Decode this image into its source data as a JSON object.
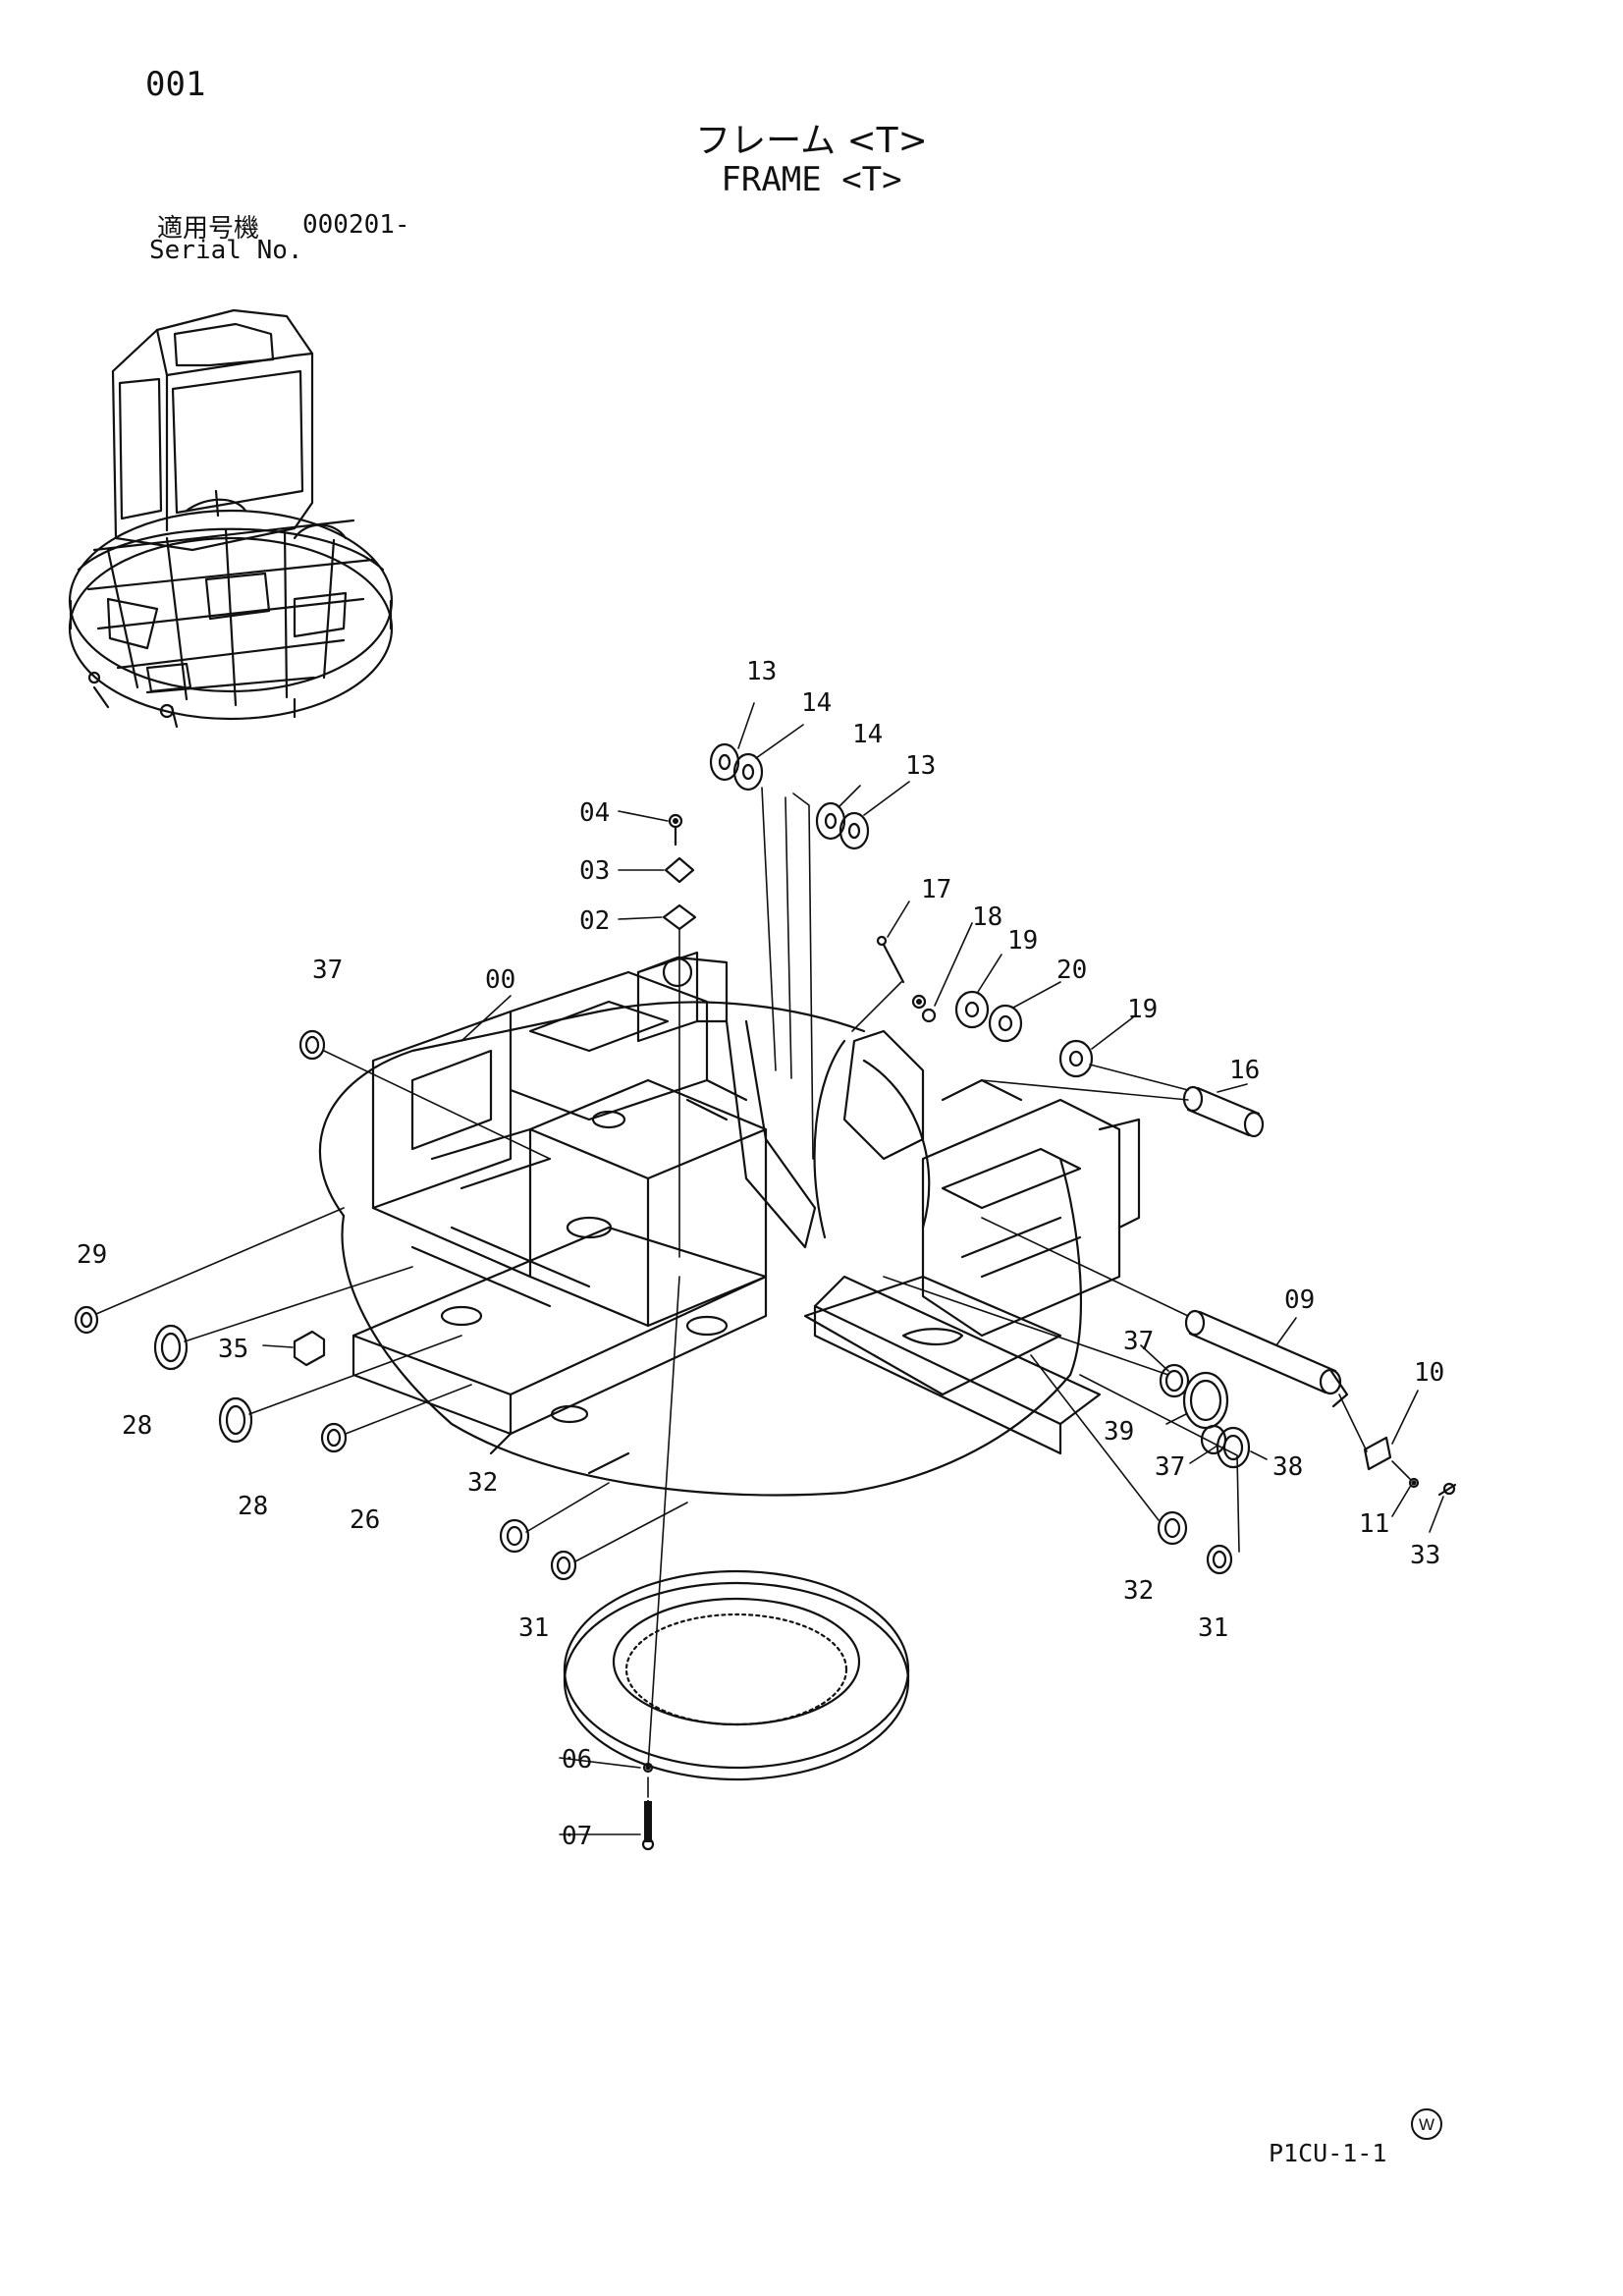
{
  "page_number": "001",
  "title_jp": "フレーム <T>",
  "title_en": "FRAME <T>",
  "serial_label_jp": "適用号機",
  "serial_value": "000201-",
  "serial_label_en": "Serial No.",
  "page_code": "P1CU-1-1",
  "mark_letter": "W",
  "part_labels": [
    "13",
    "14",
    "14",
    "13",
    "04",
    "03",
    "02",
    "17",
    "18",
    "19",
    "20",
    "19",
    "37",
    "00",
    "16",
    "29",
    "28",
    "35",
    "28",
    "26",
    "09",
    "37",
    "10",
    "39",
    "37",
    "38",
    "11",
    "33",
    "32",
    "31",
    "32",
    "31",
    "06",
    "07"
  ]
}
